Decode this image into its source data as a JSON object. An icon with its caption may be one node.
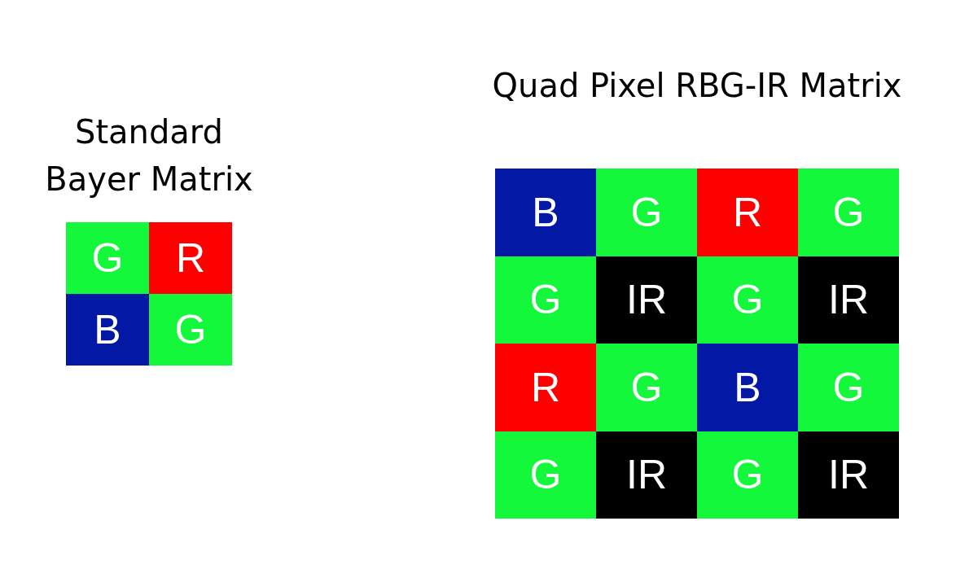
{
  "diagram": {
    "nodes": [
      {
        "text": [
          "Standard Bayer Matrix"
        ]
      },
      {
        "text": [
          "G"
        ],
        "in": 0
      },
      {
        "text": [
          "R"
        ],
        "in": 0
      },
      {
        "text": [
          "B"
        ],
        "in": 0
      },
      {
        "text": [
          "G"
        ],
        "in": 0
      },
      {
        "text": [
          "Quad Pixel RBG-IR Matrix"
        ]
      },
      {
        "text": [
          "B"
        ],
        "in": 5
      },
      {
        "text": [
          "G"
        ],
        "in": 5
      },
      {
        "text": [
          "R"
        ],
        "in": 5
      },
      {
        "text": [
          "G"
        ],
        "in": 5
      },
      {
        "text": [
          "G"
        ],
        "in": 5
      },
      {
        "text": [
          "IR"
        ],
        "in": 5
      },
      {
        "text": [
          "G"
        ],
        "in": 5
      },
      {
        "text": [
          "IR"
        ],
        "in": 5
      },
      {
        "text": [
          "R"
        ],
        "in": 5
      },
      {
        "text": [
          "G"
        ],
        "in": 5
      },
      {
        "text": [
          "B"
        ],
        "in": 5
      },
      {
        "text": [
          "G"
        ],
        "in": 5
      },
      {
        "text": [
          "G"
        ],
        "in": 5
      },
      {
        "text": [
          "IR"
        ],
        "in": 5
      },
      {
        "text": [
          "G"
        ],
        "in": 5
      },
      {
        "text": [
          "IR"
        ],
        "in": 5
      }
    ]
  }
}
